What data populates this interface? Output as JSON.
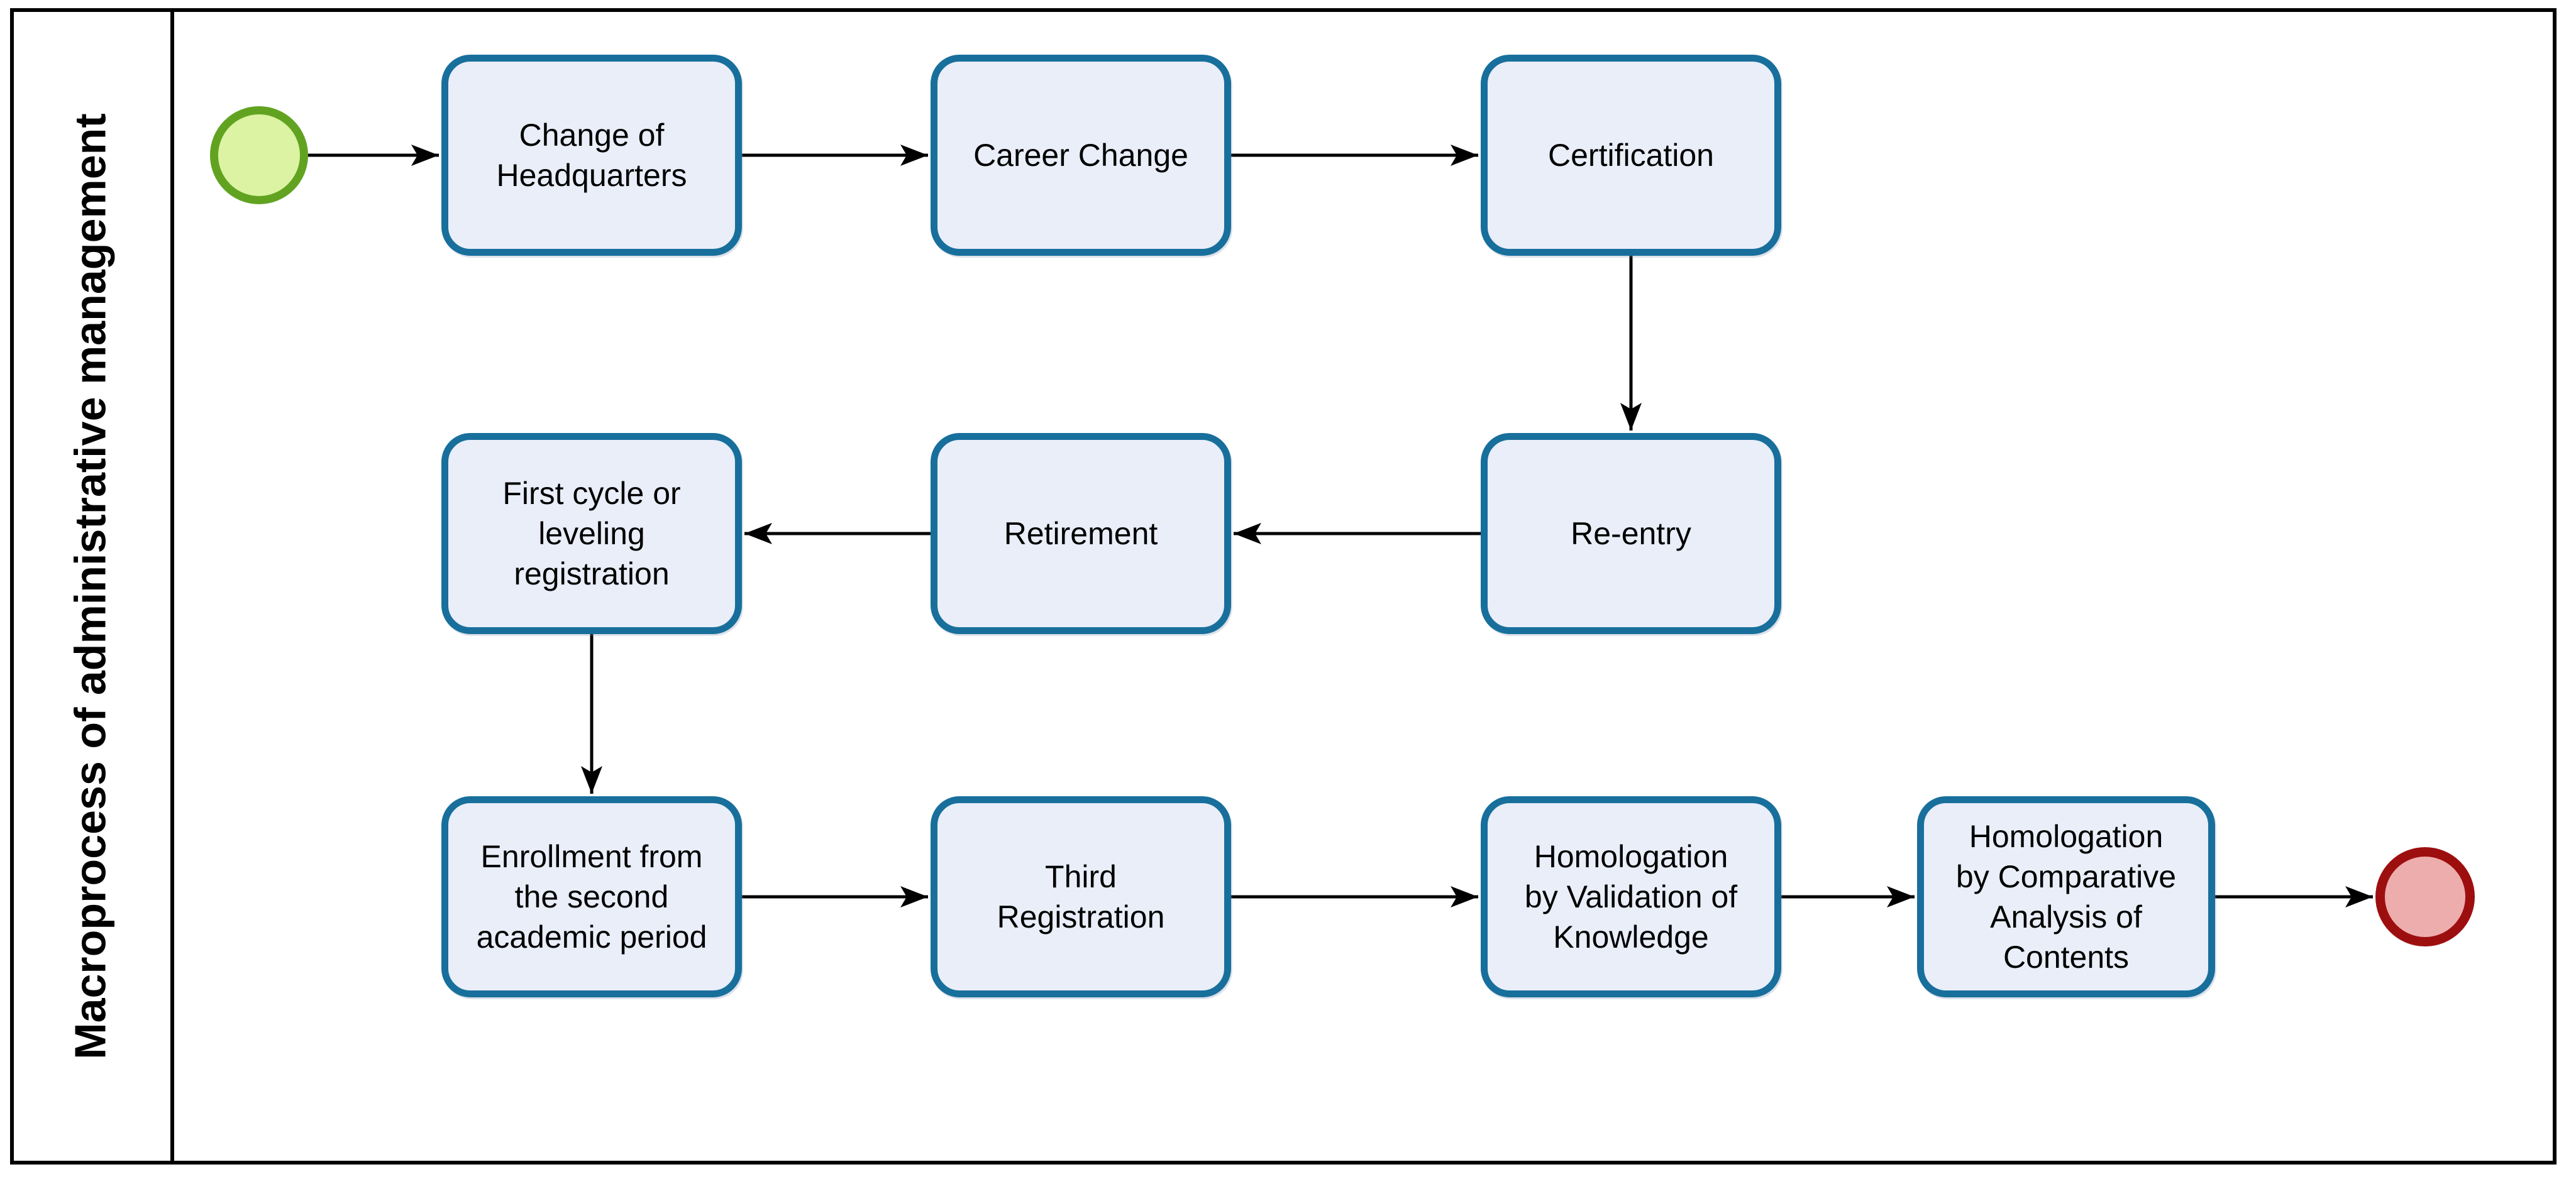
{
  "lane": {
    "title": "Macroprocess of administrative management"
  },
  "process": {
    "nodes": {
      "start_event": {
        "kind": "start-event"
      },
      "change_of_headquarters": {
        "label": "Change of\nHeadquarters"
      },
      "career_change": {
        "label": "Career Change"
      },
      "certification": {
        "label": "Certification"
      },
      "re_entry": {
        "label": "Re-entry"
      },
      "retirement": {
        "label": "Retirement"
      },
      "first_cycle_or_leveling_registration": {
        "label": "First cycle or\nleveling\nregistration"
      },
      "enrollment_from_second_academic_period": {
        "label": "Enrollment from\nthe second\nacademic period"
      },
      "third_registration": {
        "label": "Third\nRegistration"
      },
      "homologation_by_validation_of_knowledge": {
        "label": "Homologation\nby Validation of\nKnowledge"
      },
      "homologation_by_comparative_analysis_of_contents": {
        "label": "Homologation\nby Comparative\nAnalysis of\nContents"
      },
      "end_event": {
        "kind": "end-event"
      }
    },
    "flow_order": [
      "start_event",
      "change_of_headquarters",
      "career_change",
      "certification",
      "re_entry",
      "retirement",
      "first_cycle_or_leveling_registration",
      "enrollment_from_second_academic_period",
      "third_registration",
      "homologation_by_validation_of_knowledge",
      "homologation_by_comparative_analysis_of_contents",
      "end_event"
    ]
  },
  "colors": {
    "task_fill": "#E9EEF9",
    "task_border": "#186F9C",
    "start_event_fill": "#DBF3A2",
    "start_event_border": "#61A321",
    "end_event_fill": "#EEADAD",
    "end_event_border": "#9D0F0F",
    "flow_line": "#000000",
    "lane_border": "#000000",
    "text": "#000000"
  }
}
